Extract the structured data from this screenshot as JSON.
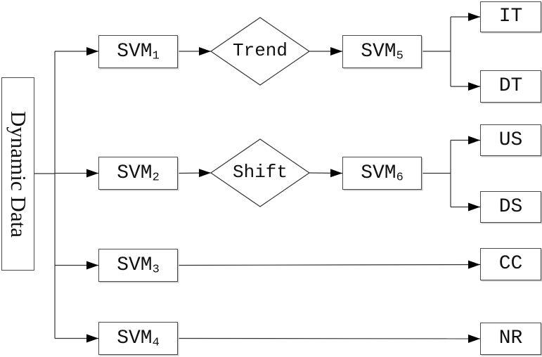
{
  "diagram_type": "flowchart",
  "root": {
    "label": "Dynamic Data"
  },
  "nodes": {
    "svm1": {
      "base": "SVM",
      "sub": "1"
    },
    "svm2": {
      "base": "SVM",
      "sub": "2"
    },
    "svm3": {
      "base": "SVM",
      "sub": "3"
    },
    "svm4": {
      "base": "SVM",
      "sub": "4"
    },
    "svm5": {
      "base": "SVM",
      "sub": "5"
    },
    "svm6": {
      "base": "SVM",
      "sub": "6"
    },
    "trend": {
      "label": "Trend"
    },
    "shift": {
      "label": "Shift"
    },
    "it": {
      "label": "IT"
    },
    "dt": {
      "label": "DT"
    },
    "us": {
      "label": "US"
    },
    "ds": {
      "label": "DS"
    },
    "cc": {
      "label": "CC"
    },
    "nr": {
      "label": "NR"
    }
  },
  "edges": [
    {
      "from": "Dynamic Data",
      "to": "SVM1"
    },
    {
      "from": "Dynamic Data",
      "to": "SVM2"
    },
    {
      "from": "Dynamic Data",
      "to": "SVM3"
    },
    {
      "from": "Dynamic Data",
      "to": "SVM4"
    },
    {
      "from": "SVM1",
      "to": "Trend"
    },
    {
      "from": "Trend",
      "to": "SVM5"
    },
    {
      "from": "SVM5",
      "to": "IT"
    },
    {
      "from": "SVM5",
      "to": "DT"
    },
    {
      "from": "SVM2",
      "to": "Shift"
    },
    {
      "from": "Shift",
      "to": "SVM6"
    },
    {
      "from": "SVM6",
      "to": "US"
    },
    {
      "from": "SVM6",
      "to": "DS"
    },
    {
      "from": "SVM3",
      "to": "CC"
    },
    {
      "from": "SVM4",
      "to": "NR"
    }
  ],
  "colors": {
    "background": "#ffffff",
    "line": "#333333",
    "arrowhead": "#000000",
    "box_border": "#4a4a4a",
    "text": "#111111"
  }
}
